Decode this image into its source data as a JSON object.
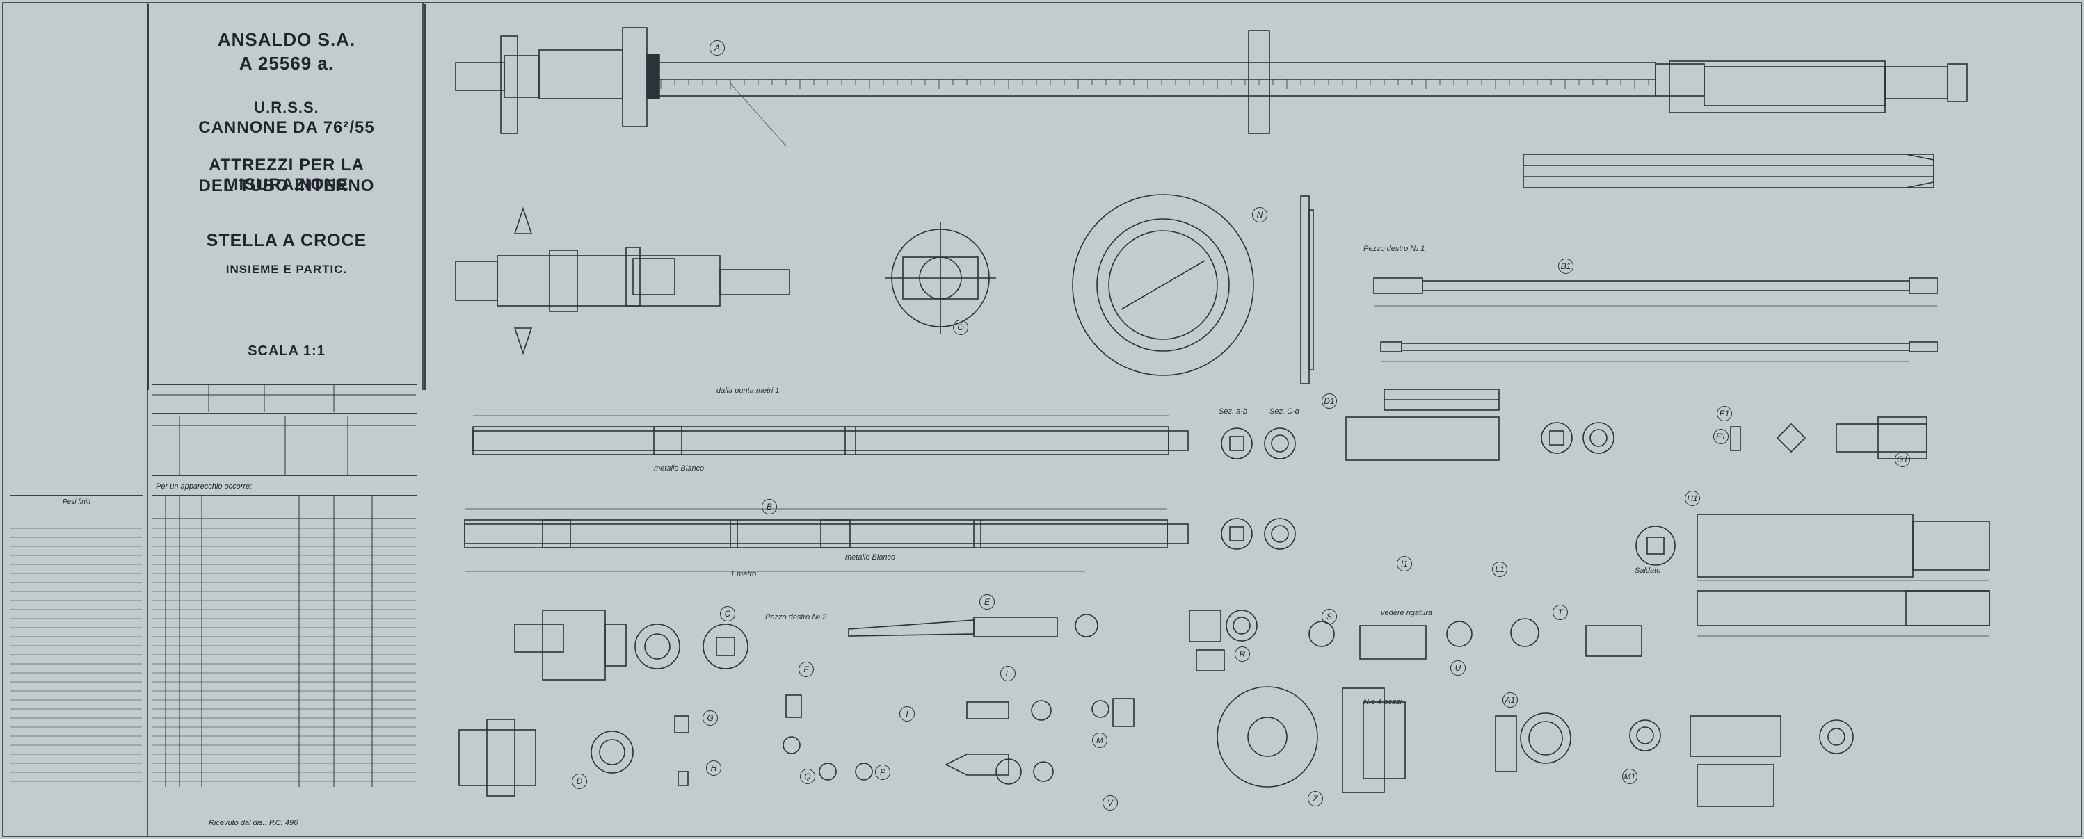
{
  "title_block": {
    "company": "ANSALDO S.A.",
    "drawing_number": "A 25569 a.",
    "country": "U.R.S.S.",
    "gun": "CANNONE DA 76²/55",
    "tools_line1": "ATTREZZI PER LA MISURAZIONE",
    "tools_line2": "DEL TUBO INTERNO",
    "assembly": "STELLA A CROCE",
    "subtitle": "INSIEME E PARTIC.",
    "scale": "SCALA 1:1"
  },
  "parts_table_title": "Per un apparecchio occorre:",
  "small_table_title": "Pesi finiti",
  "received": "Ricevuto dal dis.: P.C. 496",
  "annotations": {
    "distance_ruler": "dalla punta metri 1",
    "one_meter": "1 metro",
    "material_white": "metallo Bianco",
    "pezzo_destro_1": "Pezzo destro № 1",
    "pezzo_destro_2": "Pezzo destro № 2",
    "sez_ab": "Sez. a-b",
    "sez_cd": "Sez. C-d",
    "no_pezzi": "N.o 4 pezzi",
    "saldato": "Saldato",
    "vedere_rigatura": "vedere rigatura"
  },
  "bubbles": [
    "A",
    "B",
    "C",
    "D",
    "E",
    "F",
    "G",
    "H",
    "I",
    "L",
    "M",
    "N",
    "O",
    "P",
    "Q",
    "R",
    "S",
    "T",
    "U",
    "V",
    "Z",
    "A1",
    "B1",
    "D1",
    "E1",
    "F1",
    "G1",
    "H1",
    "I1",
    "L1",
    "M1"
  ]
}
